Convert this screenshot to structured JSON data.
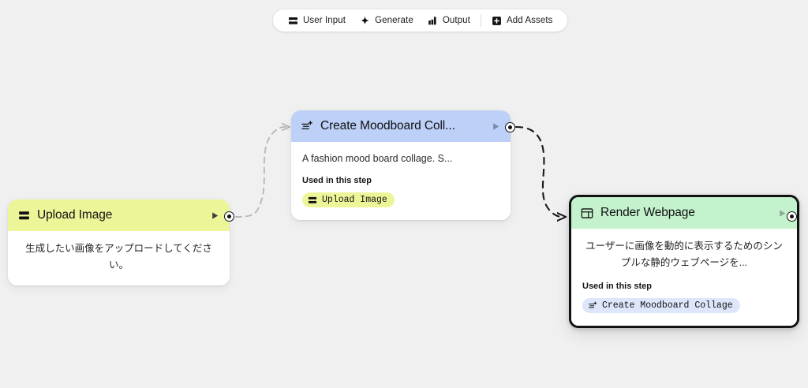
{
  "canvas": {
    "background": "#f0f0f0"
  },
  "toolbar": {
    "items": [
      {
        "label": "User Input",
        "icon": "stacked-bars-icon"
      },
      {
        "label": "Generate",
        "icon": "sparkle-icon"
      },
      {
        "label": "Output",
        "icon": "bar-chart-icon"
      },
      {
        "label": "Add Assets",
        "icon": "plus-square-icon"
      }
    ]
  },
  "nodes": {
    "upload": {
      "title": "Upload Image",
      "header_color": "#ecf699",
      "icon": "stacked-bars-icon",
      "description": "生成したい画像をアップロードしてください。",
      "selected": false
    },
    "moodboard": {
      "title": "Create Moodboard Coll...",
      "header_color": "#bdd0f7",
      "icon": "lines-plus-icon",
      "description": "A fashion mood board collage. S...",
      "used_label": "Used in this step",
      "chip": {
        "label": "Upload Image",
        "icon": "stacked-bars-icon",
        "color": "#ecf699"
      },
      "selected": false
    },
    "render": {
      "title": "Render Webpage",
      "header_color": "#c3f2cd",
      "icon": "webpage-layout-icon",
      "description": "ユーザーに画像を動的に表示するためのシンプルな静的ウェブページを...",
      "used_label": "Used in this step",
      "chip": {
        "label": "Create Moodboard Collage",
        "icon": "lines-plus-icon",
        "color": "#dde6fb"
      },
      "selected": true
    }
  },
  "edges": [
    {
      "from": "upload",
      "to": "moodboard",
      "style": "dashed",
      "color": "#b8b8b8",
      "state": "inactive"
    },
    {
      "from": "moodboard",
      "to": "render",
      "style": "dashed",
      "color": "#1a1a1a",
      "state": "active"
    }
  ]
}
